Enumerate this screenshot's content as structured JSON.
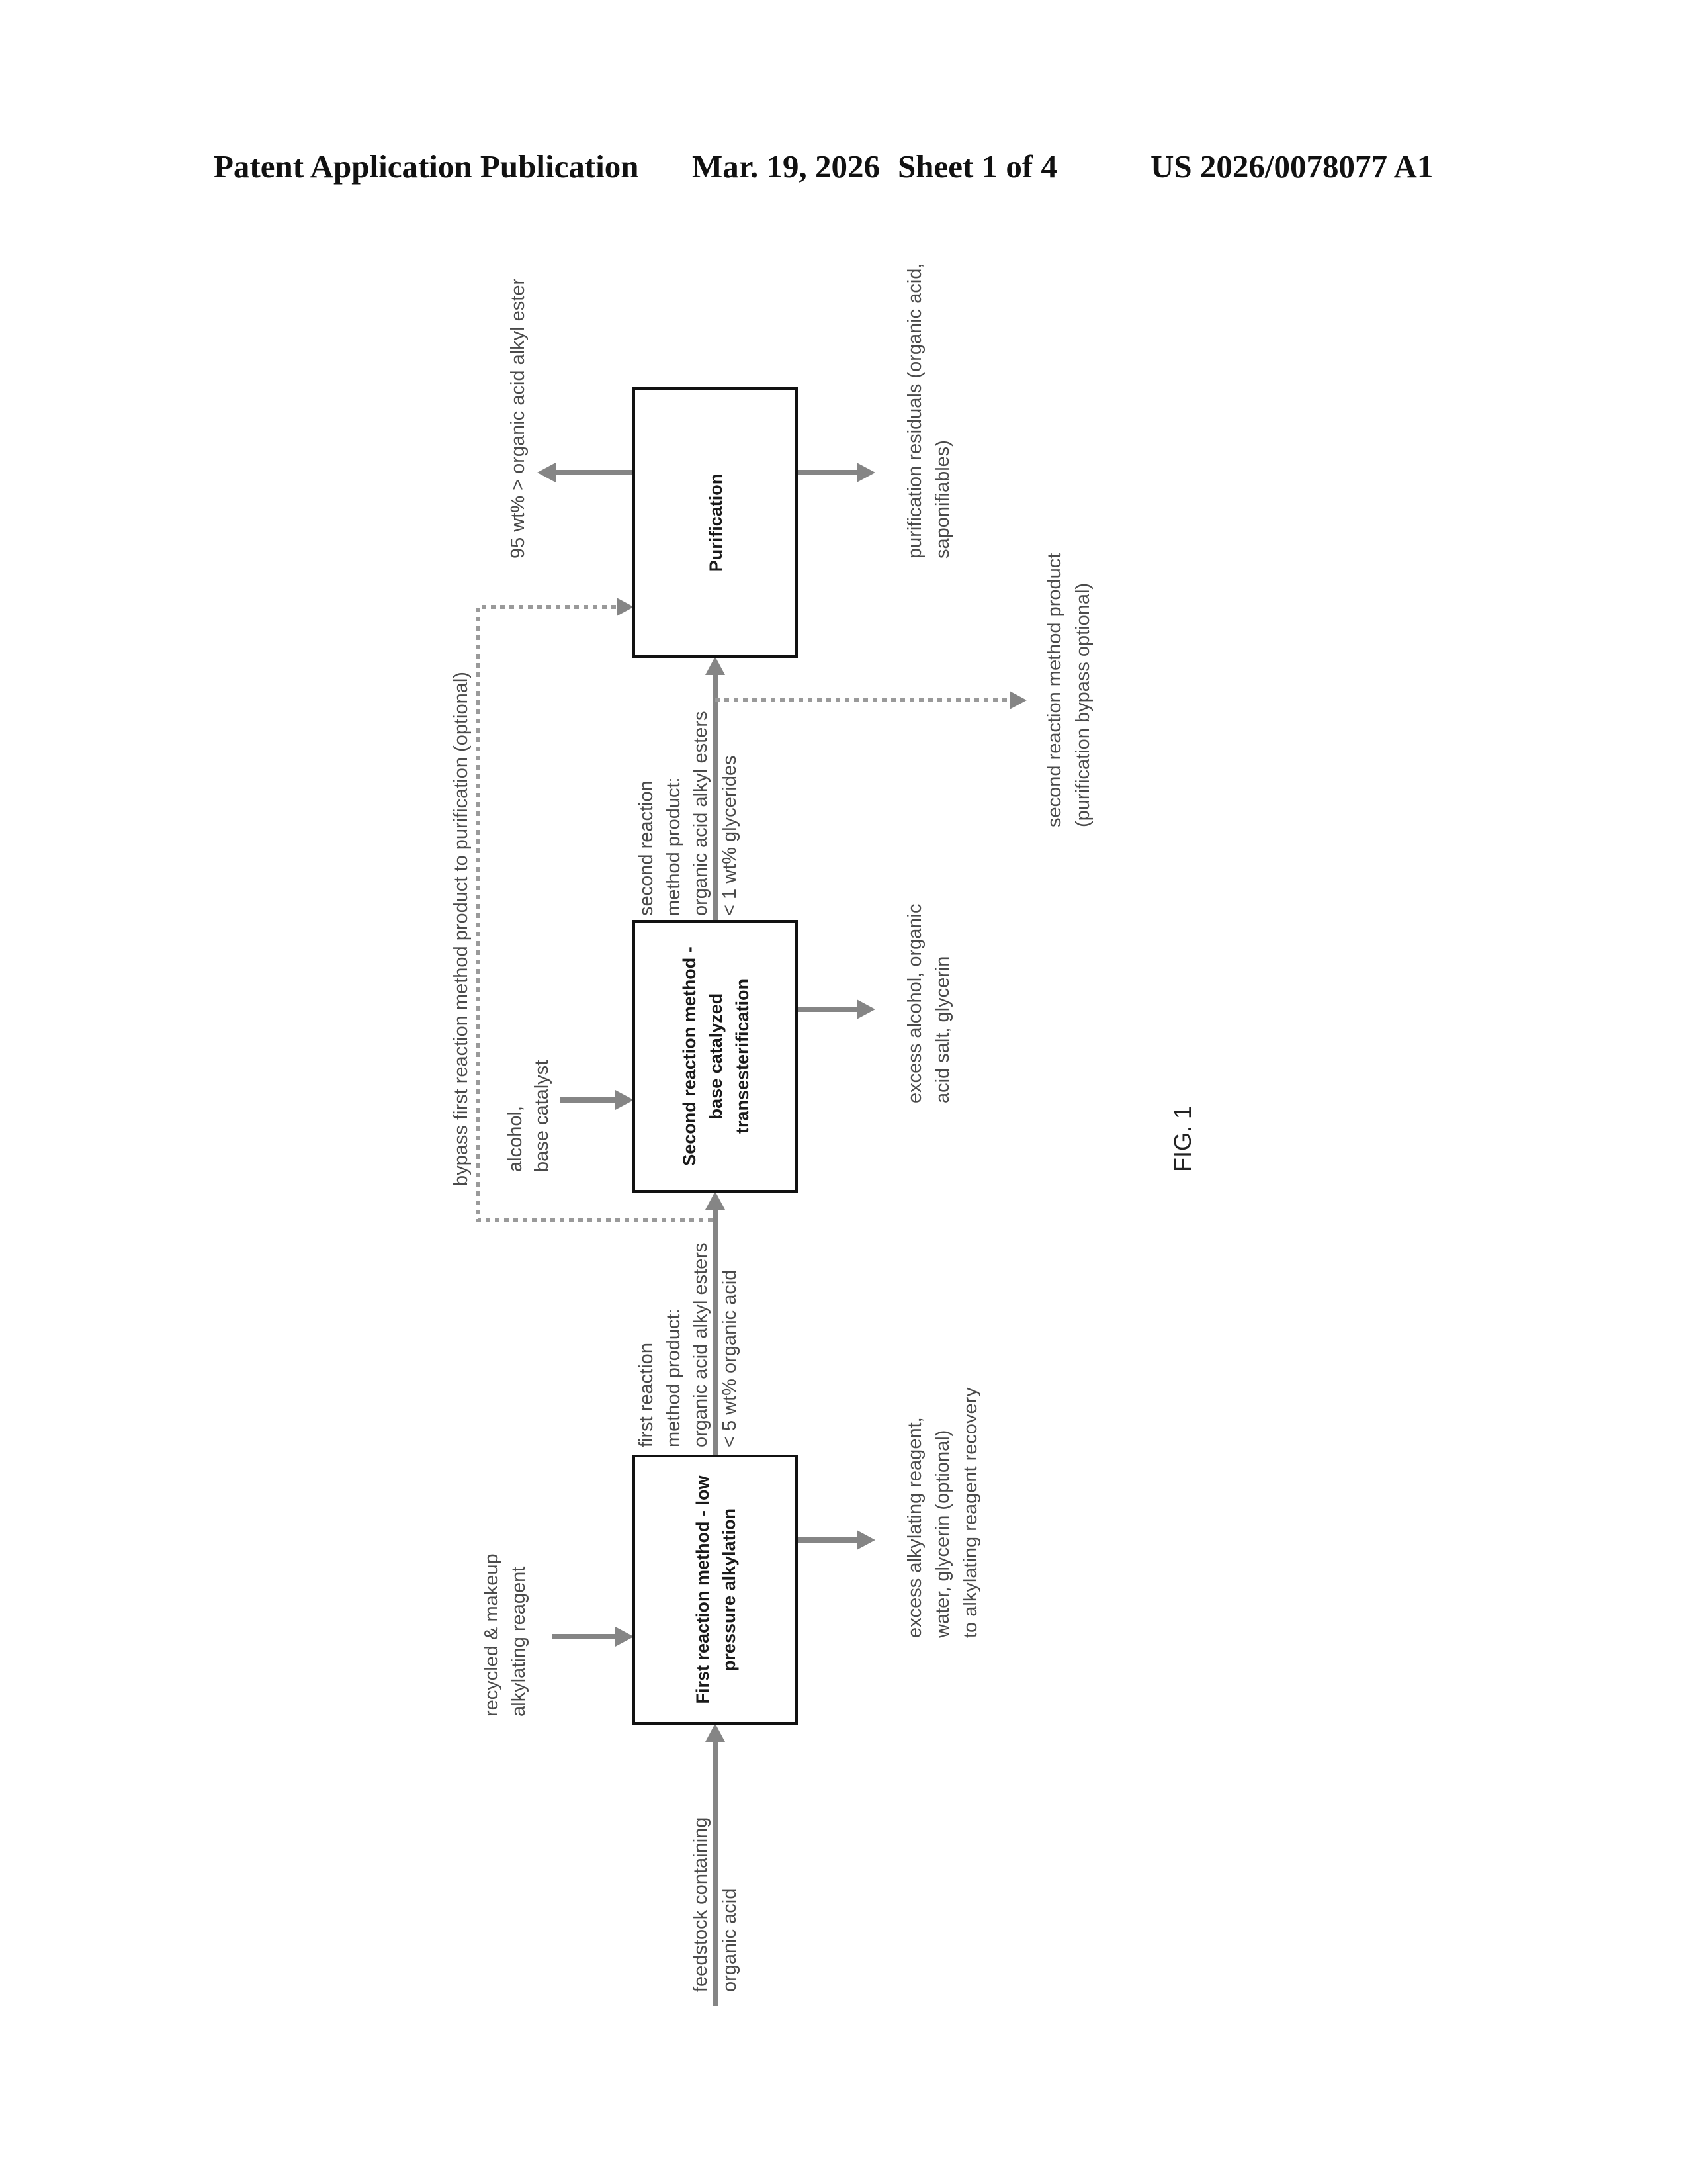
{
  "header": {
    "publication": "Patent Application Publication",
    "date": "Mar. 19, 2026",
    "sheet": "Sheet 1 of 4",
    "number": "US 2026/0078077 A1"
  },
  "figure": {
    "label": "FIG. 1",
    "feedstock": [
      "feedstock containing",
      "organic acid"
    ],
    "reagent_input": [
      "recycled & makeup",
      "alkylating reagent"
    ],
    "catalyst_input": [
      "alcohol,",
      "base catalyst"
    ],
    "boxes": {
      "first": [
        "First reaction method - low",
        "pressure alkylation"
      ],
      "second": [
        "Second reaction method -",
        "base catalyzed",
        "transesterification"
      ],
      "purification": [
        "Purification"
      ]
    },
    "first_product": [
      "first reaction",
      "method product:",
      "organic acid alkyl esters",
      "< 5 wt% organic acid"
    ],
    "second_product": [
      "second reaction",
      "method product:",
      "organic acid alkyl esters",
      "< 1 wt% glycerides"
    ],
    "first_byproducts": [
      "excess alkylating reagent,",
      "water, glycerin (optional)",
      "to alkylating reagent recovery"
    ],
    "second_byproducts": [
      "excess alcohol, organic",
      "acid salt, glycerin"
    ],
    "purification_residuals": [
      "purification residuals (organic acid,",
      "saponifiables)"
    ],
    "final_product": "95 wt% > organic acid alkyl ester",
    "bypass_first": "bypass first reaction method product to purification (optional)",
    "bypass_second": [
      "second reaction method product",
      "(purification bypass optional)"
    ]
  }
}
